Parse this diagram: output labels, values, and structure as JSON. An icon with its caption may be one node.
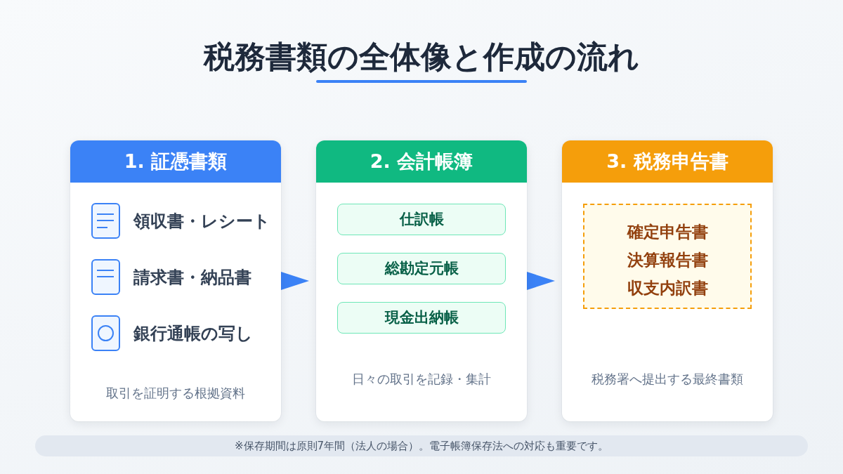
{
  "diagram": {
    "title": "税務書類の全体像と作成の流れ",
    "nodes": [
      {
        "text": [
          "1. 証憑書類",
          "取引を証明する根拠資料"
        ]
      },
      {
        "text": [],
        "shape": "picture",
        "beside": [
          "領収書・レシート"
        ],
        "in": 0
      },
      {
        "text": [],
        "shape": "picture",
        "beside": [
          "請求書・納品書"
        ],
        "in": 0
      },
      {
        "text": [],
        "shape": "picture",
        "beside": [
          "銀行通帳の写し"
        ],
        "in": 0
      },
      {
        "text": [
          "2. 会計帳簿",
          "日々の取引を記録・集計"
        ]
      },
      {
        "text": [
          "仕訳帳"
        ],
        "in": 4
      },
      {
        "text": [
          "総勘定元帳"
        ],
        "in": 4
      },
      {
        "text": [
          "現金出納帳"
        ],
        "in": 4
      },
      {
        "text": [
          "3. 税務申告書",
          "税務署へ提出する最終書類"
        ]
      },
      {
        "text": [
          "確定申告書",
          "決算報告書",
          "収支内訳書"
        ],
        "in": 8
      },
      {
        "text": [
          "※保存期間は原則7年間（法人の場合）。電子帳簿保存法への対応も重要です。"
        ]
      }
    ],
    "edges": [
      {
        "from": 0,
        "to": 4,
        "arrow": "to"
      },
      {
        "from": 4,
        "to": 8,
        "arrow": "to"
      }
    ]
  }
}
